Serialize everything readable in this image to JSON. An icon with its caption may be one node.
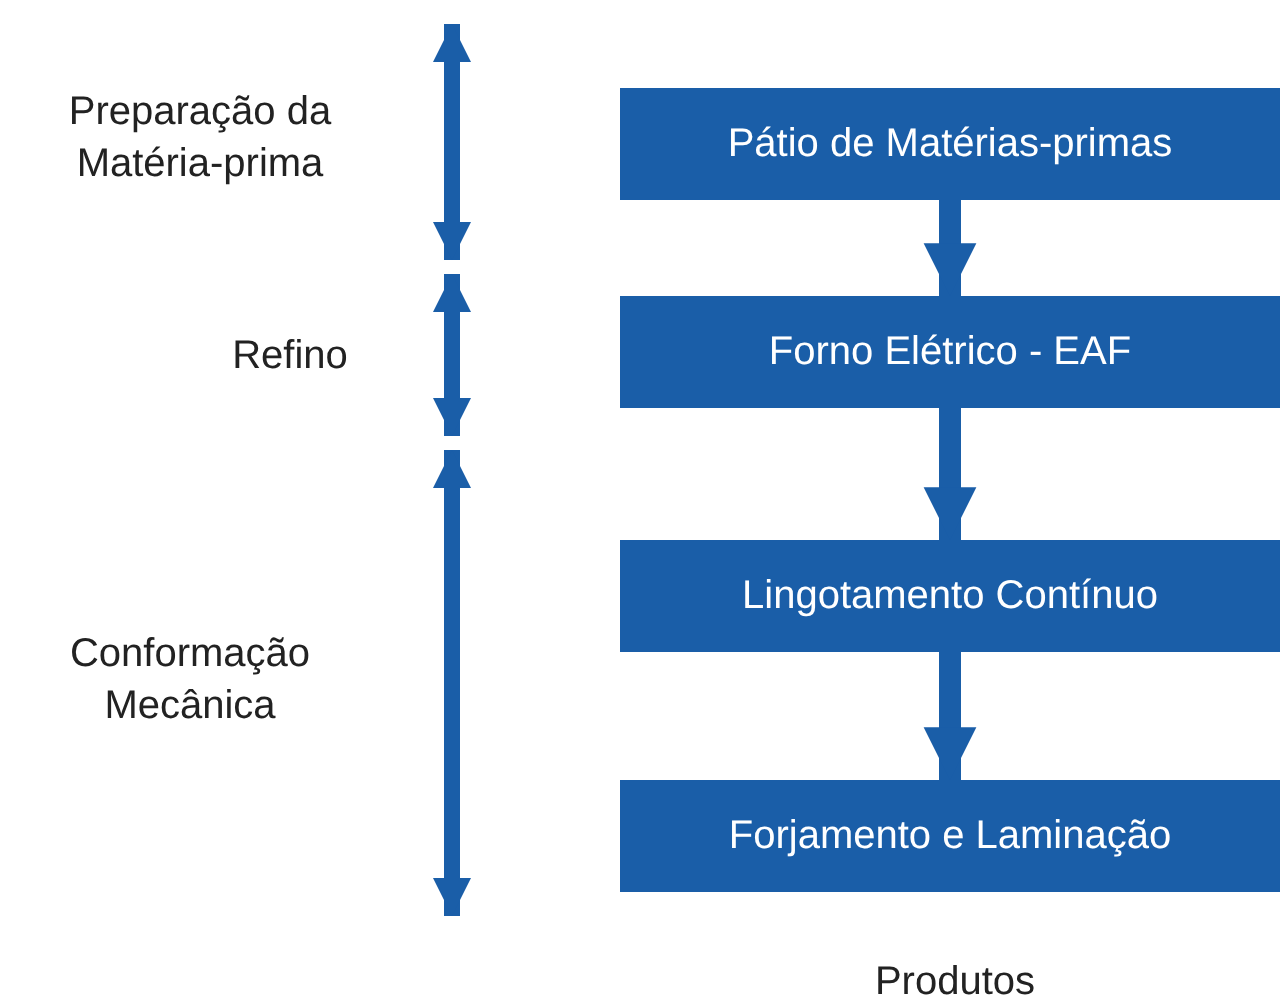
{
  "diagram": {
    "nodes": [
      {
        "text": [
          "Pátio de Matérias-primas"
        ]
      },
      {
        "text": [
          "Forno Elétrico - EAF"
        ]
      },
      {
        "text": [
          "Lingotamento Contínuo"
        ]
      },
      {
        "text": [
          "Forjamento e Laminação"
        ]
      }
    ],
    "edges": [
      {
        "from": 0,
        "to": 1,
        "arrow": "to"
      },
      {
        "from": 1,
        "to": 2,
        "arrow": "to"
      },
      {
        "from": 2,
        "to": 3,
        "arrow": "to"
      }
    ],
    "labels": [
      "Preparação da Matéria-prima",
      "Refino",
      "Conformação Mecânica",
      "Produtos"
    ]
  }
}
